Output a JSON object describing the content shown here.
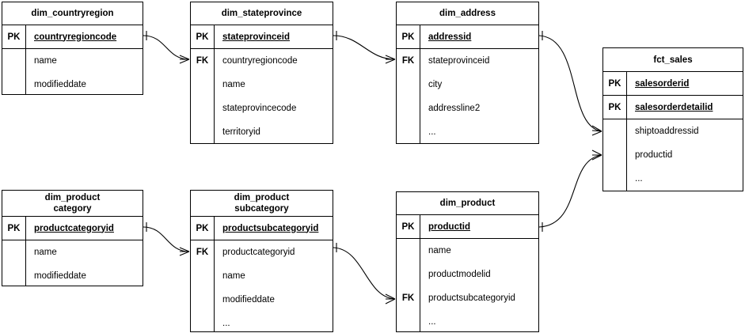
{
  "diagram": {
    "type": "entity-relationship-diagram",
    "background": "#ffffff",
    "line_color": "#000000",
    "key_labels": {
      "pk": "PK",
      "fk": "FK"
    },
    "ellipsis": "..."
  },
  "entities": [
    {
      "id": "dim_countryregion",
      "title_lines": [
        "dim_countryregion"
      ],
      "keys": [
        {
          "key": "PK",
          "name": "countryregioncode"
        }
      ],
      "attributes": [
        {
          "key": "",
          "name": "name"
        },
        {
          "key": "",
          "name": "modifieddate"
        }
      ]
    },
    {
      "id": "dim_stateprovince",
      "title_lines": [
        "dim_stateprovince"
      ],
      "keys": [
        {
          "key": "PK",
          "name": "stateprovinceid"
        }
      ],
      "attributes": [
        {
          "key": "FK",
          "name": "countryregioncode"
        },
        {
          "key": "",
          "name": "name"
        },
        {
          "key": "",
          "name": "stateprovincecode"
        },
        {
          "key": "",
          "name": "territoryid"
        }
      ]
    },
    {
      "id": "dim_address",
      "title_lines": [
        "dim_address"
      ],
      "keys": [
        {
          "key": "PK",
          "name": "addressid"
        }
      ],
      "attributes": [
        {
          "key": "FK",
          "name": "stateprovinceid"
        },
        {
          "key": "",
          "name": "city"
        },
        {
          "key": "",
          "name": "addressline2"
        },
        {
          "key": "",
          "name": "..."
        }
      ]
    },
    {
      "id": "fct_sales",
      "title_lines": [
        "fct_sales"
      ],
      "keys": [
        {
          "key": "PK",
          "name": "salesorderid"
        },
        {
          "key": "PK",
          "name": "salesorderdetailid"
        }
      ],
      "attributes": [
        {
          "key": "",
          "name": "shiptoaddressid"
        },
        {
          "key": "",
          "name": "productid"
        },
        {
          "key": "",
          "name": "..."
        }
      ]
    },
    {
      "id": "dim_productcategory",
      "title_lines": [
        "dim_product",
        "category"
      ],
      "keys": [
        {
          "key": "PK",
          "name": "productcategoryid"
        }
      ],
      "attributes": [
        {
          "key": "",
          "name": "name"
        },
        {
          "key": "",
          "name": "modifieddate"
        }
      ]
    },
    {
      "id": "dim_productsubcategory",
      "title_lines": [
        "dim_product",
        "subcategory"
      ],
      "keys": [
        {
          "key": "PK",
          "name": "productsubcategoryid"
        }
      ],
      "attributes": [
        {
          "key": "FK",
          "name": "productcategoryid"
        },
        {
          "key": "",
          "name": "name"
        },
        {
          "key": "",
          "name": "modifieddate"
        },
        {
          "key": "",
          "name": "..."
        }
      ]
    },
    {
      "id": "dim_product",
      "title_lines": [
        "dim_product"
      ],
      "keys": [
        {
          "key": "PK",
          "name": "productid"
        }
      ],
      "attributes": [
        {
          "key": "",
          "name": "name"
        },
        {
          "key": "",
          "name": "productmodelid"
        },
        {
          "key": "FK",
          "name": "productsubcategoryid"
        },
        {
          "key": "",
          "name": "..."
        }
      ]
    }
  ],
  "relationships": [
    {
      "from": "dim_countryregion.countryregioncode",
      "to": "dim_stateprovince.countryregioncode",
      "from_cardinality": "one",
      "to_cardinality": "many"
    },
    {
      "from": "dim_stateprovince.stateprovinceid",
      "to": "dim_address.stateprovinceid",
      "from_cardinality": "one",
      "to_cardinality": "many"
    },
    {
      "from": "dim_address.addressid",
      "to": "fct_sales.shiptoaddressid",
      "from_cardinality": "one",
      "to_cardinality": "many"
    },
    {
      "from": "dim_product.productid",
      "to": "fct_sales.productid",
      "from_cardinality": "one",
      "to_cardinality": "many"
    },
    {
      "from": "dim_productcategory.productcategoryid",
      "to": "dim_productsubcategory.productcategoryid",
      "from_cardinality": "one",
      "to_cardinality": "many"
    },
    {
      "from": "dim_productsubcategory.productsubcategoryid",
      "to": "dim_product.productsubcategoryid",
      "from_cardinality": "one",
      "to_cardinality": "many"
    }
  ]
}
